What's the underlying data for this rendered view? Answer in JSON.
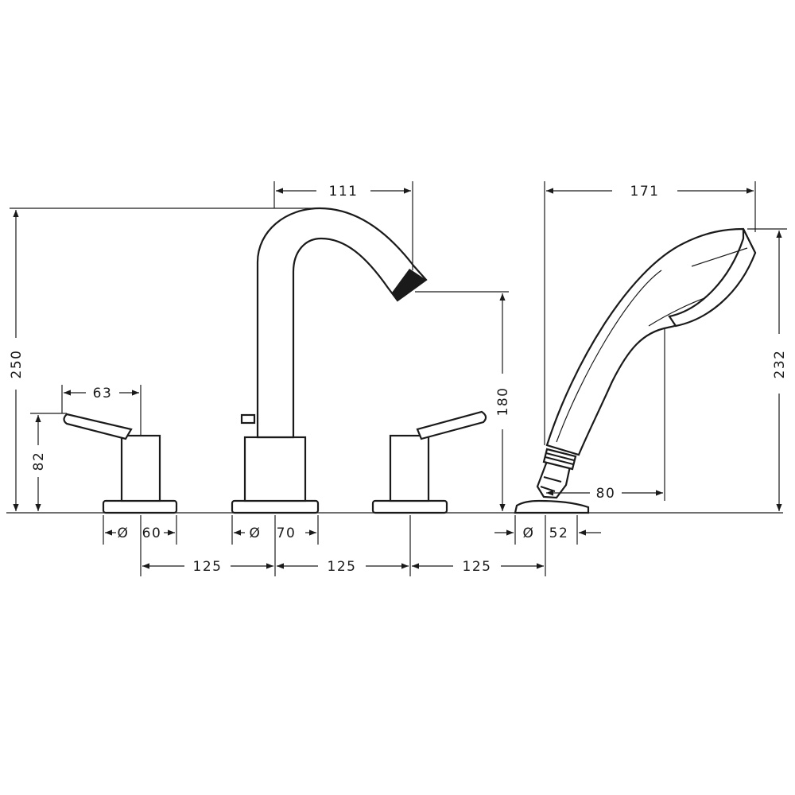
{
  "dimensions": {
    "spout_reach": "111",
    "hand_shower_length": "171",
    "total_height": "250",
    "handle_reach": "63",
    "handle_height": "82",
    "spout_height": "180",
    "hand_shower_height": "232",
    "hand_shower_offset": "80",
    "handle_base_diameter": "60",
    "spout_base_diameter": "70",
    "shower_base_diameter": "52",
    "spacing_1": "125",
    "spacing_2": "125",
    "spacing_3": "125"
  },
  "diameter_symbol": "Ø",
  "colors": {
    "line": "#1a1a1a",
    "background": "#ffffff"
  }
}
